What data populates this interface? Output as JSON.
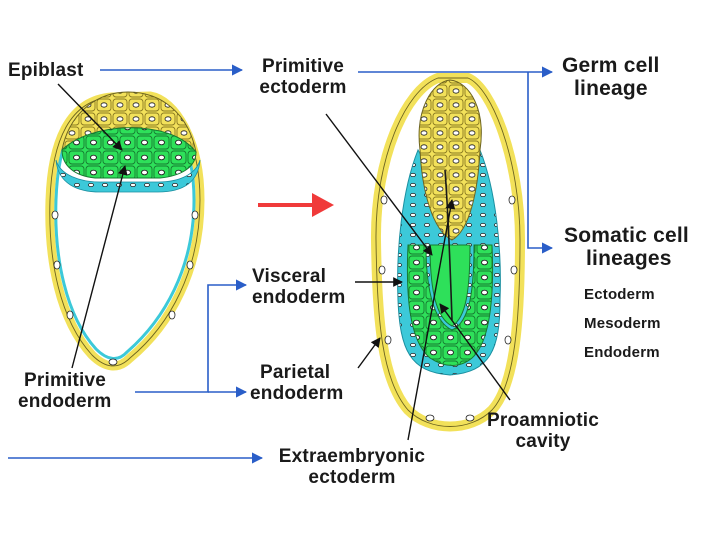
{
  "labels": {
    "epiblast": "Epiblast",
    "primitive_ectoderm": [
      "Primitive",
      "ectoderm"
    ],
    "germ_cell_lineage": [
      "Germ cell",
      "lineage"
    ],
    "somatic_cell_lineages": [
      "Somatic cell",
      "lineages"
    ],
    "somatic_types": [
      "Ectoderm",
      "Mesoderm",
      "Endoderm"
    ],
    "visceral_endoderm": [
      "Visceral",
      "endoderm"
    ],
    "parietal_endoderm": [
      "Parietal",
      "endoderm"
    ],
    "primitive_endoderm": [
      "Primitive",
      "endoderm"
    ],
    "proamniotic_cavity": [
      "Proamniotic",
      "cavity"
    ],
    "extraembryonic_ectoderm": [
      "Extraembryonic",
      "ectoderm"
    ]
  },
  "colors": {
    "epiblast_green": "#2ee05a",
    "endoderm_cyan": "#3cc9d9",
    "trophoblast_yellow": "#f2e15a",
    "arrow_blue": "#2a5ec8",
    "arrow_red": "#f03a3a",
    "pointer_black": "#111111"
  }
}
